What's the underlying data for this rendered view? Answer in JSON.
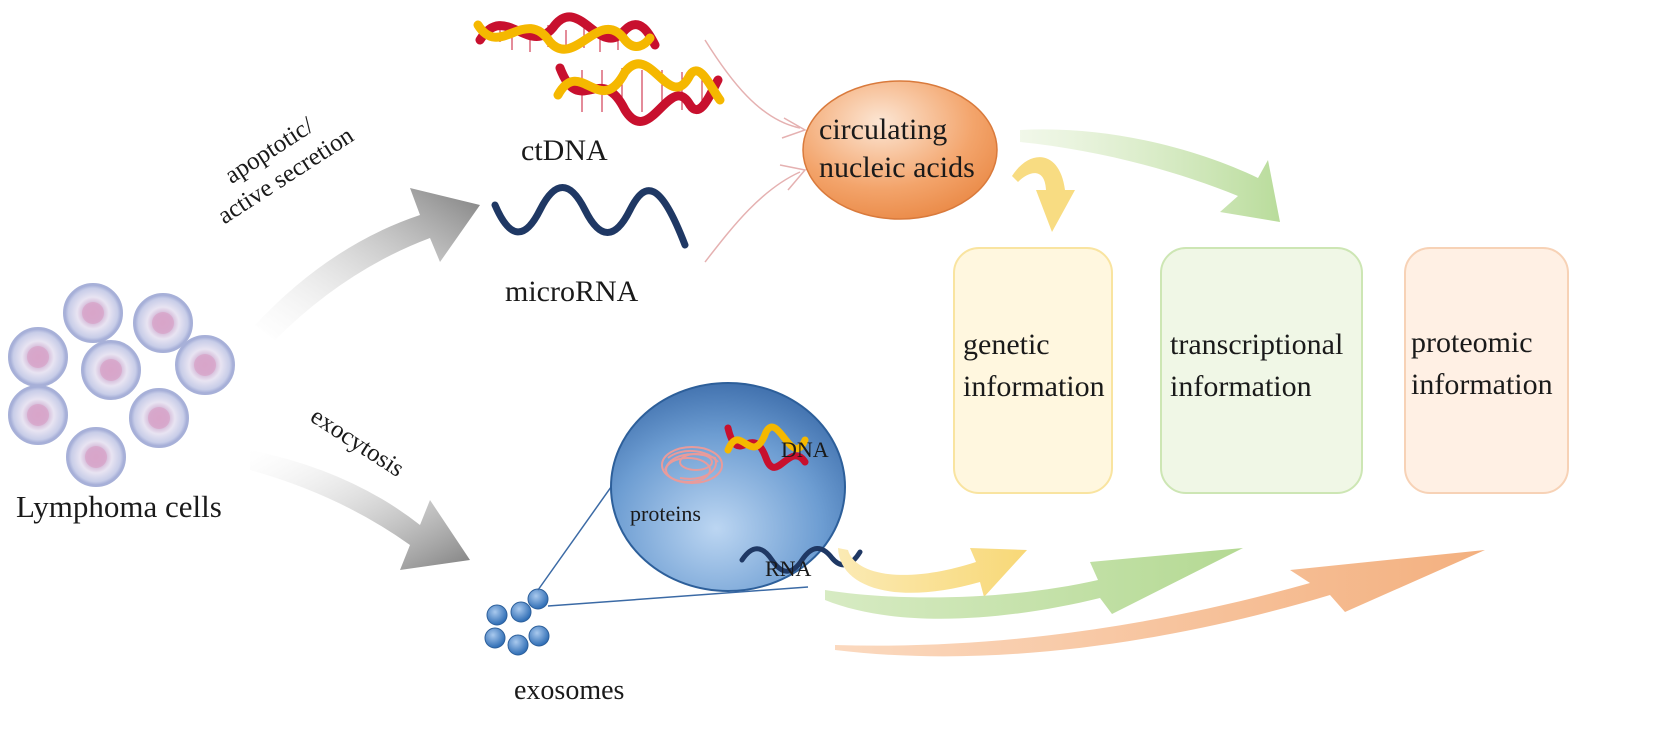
{
  "labels": {
    "ctdna": "ctDNA",
    "microrna": "microRNA",
    "circulating": [
      "circulating",
      "nucleic acids"
    ],
    "apoptotic": [
      "apoptotic/",
      "active secretion"
    ],
    "exocytosis": "exocytosis",
    "lymphoma": "Lymphoma cells",
    "exosomes": "exosomes",
    "dna": "DNA",
    "rna": "RNA",
    "proteins": "proteins"
  },
  "boxes": [
    {
      "lines": [
        "genetic",
        "information"
      ],
      "fill": "#fff7df",
      "border": "#f9e4a0"
    },
    {
      "lines": [
        "transcriptional",
        "information"
      ],
      "fill": "#f0f7e6",
      "border": "#cde6b4"
    },
    {
      "lines": [
        "proteomic",
        "information"
      ],
      "fill": "#fff0e4",
      "border": "#f7d2b6"
    }
  ],
  "colors": {
    "gray_arrow": "#8e8e8e",
    "yellow_arrow": "#f8dc82",
    "green_arrow": "#bfdea0",
    "orange_arrow": "#f4b98e",
    "dna_red": "#c8102e",
    "dna_yellow": "#f5b800",
    "rna_navy": "#1f3864",
    "exosome_blue": "#4a86c8",
    "circulating_orange": "#ee9a5c"
  }
}
